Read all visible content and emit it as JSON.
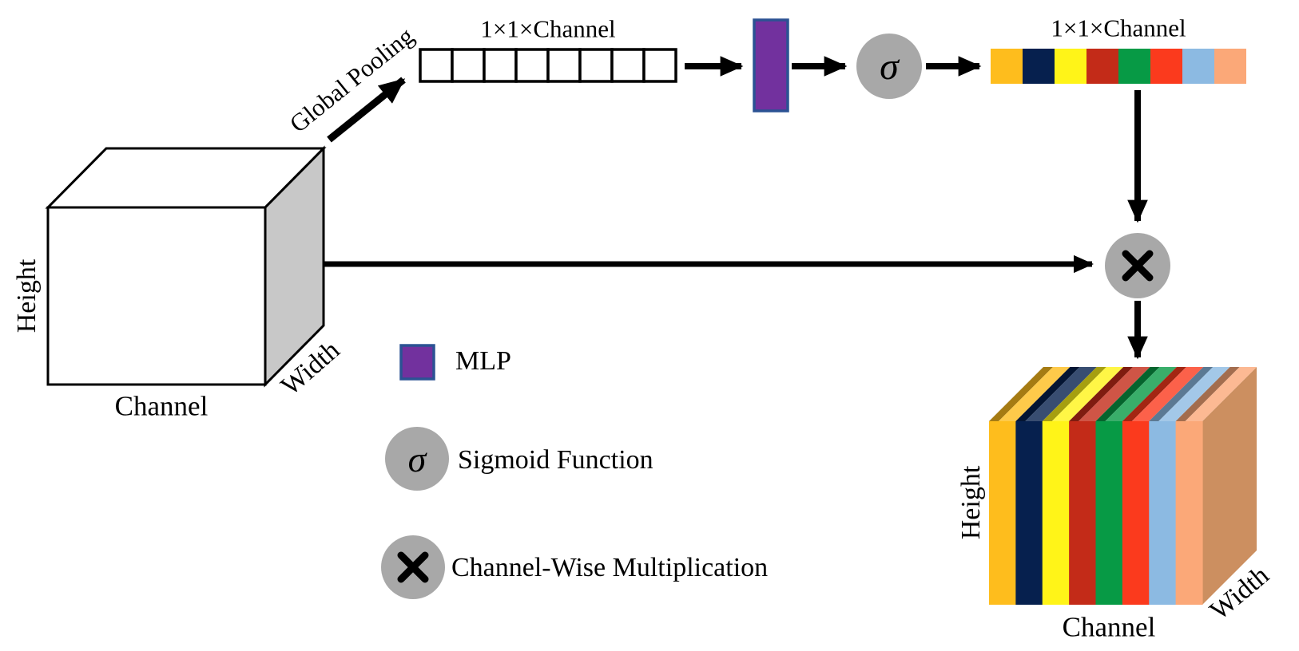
{
  "labels": {
    "global_pooling": "Global Pooling",
    "squeeze_vector": "1×1×Channel",
    "excite_vector": "1×1×Channel"
  },
  "input_cube": {
    "height": "Height",
    "channel": "Channel",
    "width": "Width",
    "face_color": "#FFFFFF",
    "side_color": "#C8C8C8",
    "edge_color": "#000000"
  },
  "output_cube": {
    "height": "Height",
    "channel": "Channel",
    "width": "Width",
    "side_color": "#CC8F60"
  },
  "squeeze_row": {
    "cell_count": 8,
    "cell_fill": "#FFFFFF",
    "cell_border": "#000000"
  },
  "channel_colors": [
    "#FEBD1D",
    "#06204E",
    "#FFF418",
    "#C32B18",
    "#079A45",
    "#FB3A1D",
    "#8CBAE2",
    "#FBA878"
  ],
  "mlp_block": {
    "fill": "#72319E",
    "border": "#2B5293"
  },
  "operators": {
    "sigmoid_symbol": "σ",
    "multiply_symbol": "✕",
    "circle_color": "#A8A8A8",
    "symbol_color": "#000000"
  },
  "arrows": {
    "color": "#000000"
  },
  "legend": {
    "mlp_label": "MLP",
    "sigmoid_label": "Sigmoid Function",
    "multiply_label": "Channel-Wise Multiplication"
  }
}
